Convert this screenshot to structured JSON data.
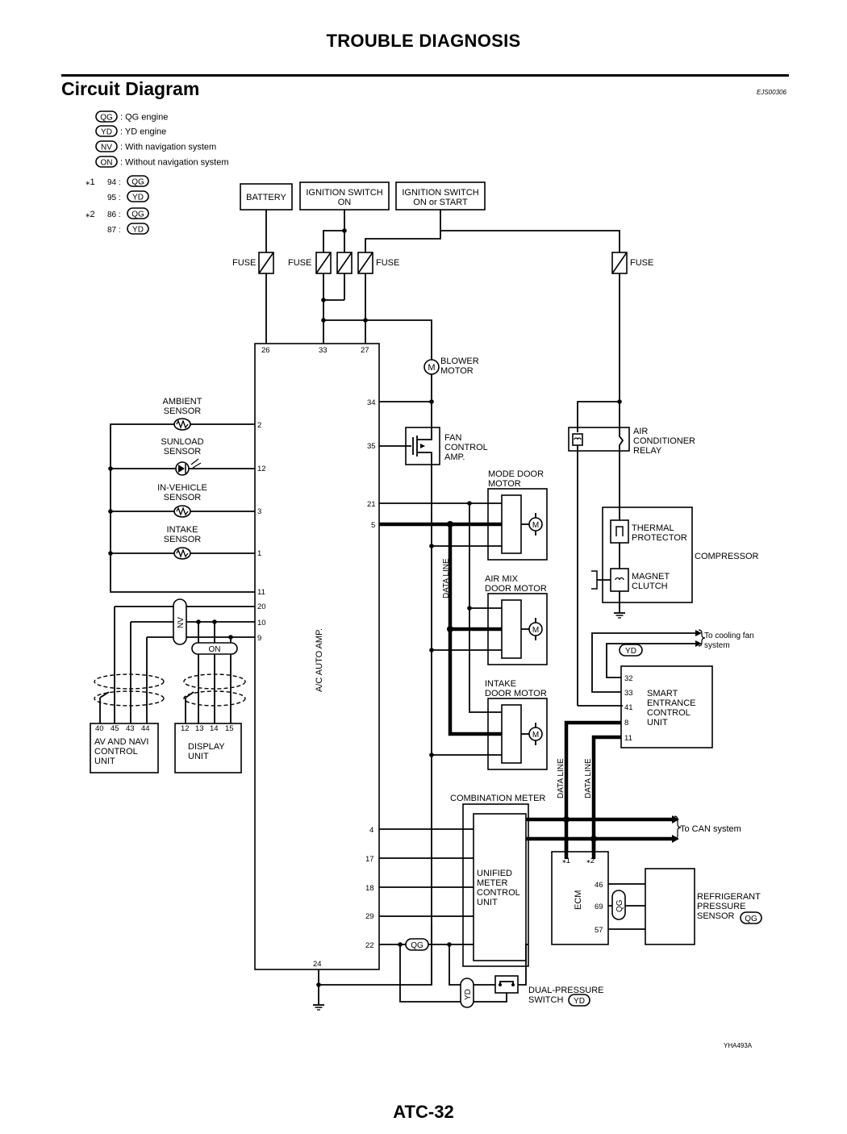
{
  "header": {
    "title": "TROUBLE DIAGNOSIS",
    "section": "Circuit Diagram",
    "ref_code": "EJS00306"
  },
  "footer": {
    "page_number": "ATC-32",
    "figure_code": "YHA493A"
  },
  "legend": [
    {
      "code": "QG",
      "text": ": QG engine"
    },
    {
      "code": "YD",
      "text": ": YD engine"
    },
    {
      "code": "NV",
      "text": ": With navigation system"
    },
    {
      "code": "ON",
      "text": ": Without navigation system"
    }
  ],
  "footnotes": [
    {
      "mark": "⁎1",
      "lines": [
        {
          "pin": "94 :",
          "code": "QG"
        },
        {
          "pin": "95 :",
          "code": "YD"
        }
      ]
    },
    {
      "mark": "⁎2",
      "lines": [
        {
          "pin": "86 :",
          "code": "QG"
        },
        {
          "pin": "87 :",
          "code": "YD"
        }
      ]
    }
  ],
  "power": {
    "battery": "BATTERY",
    "ign_on_1": "IGNITION SWITCH",
    "ign_on_2": "ON",
    "ign_start_1": "IGNITION SWITCH",
    "ign_start_2": "ON or START",
    "fuse": "FUSE"
  },
  "amp": {
    "label": "A/C AUTO AMP.",
    "pins": {
      "p26": "26",
      "p33": "33",
      "p27": "27",
      "p34": "34",
      "p35": "35",
      "p21": "21",
      "p5": "5",
      "p2": "2",
      "p12": "12",
      "p3": "3",
      "p1": "1",
      "p11": "11",
      "p20": "20",
      "p10": "10",
      "p9": "9",
      "p4": "4",
      "p17": "17",
      "p18": "18",
      "p29": "29",
      "p22": "22",
      "p24": "24"
    }
  },
  "sensors": {
    "ambient": [
      "AMBIENT",
      "SENSOR"
    ],
    "sunload": [
      "SUNLOAD",
      "SENSOR"
    ],
    "invehicle": [
      "IN-VEHICLE",
      "SENSOR"
    ],
    "intake": [
      "INTAKE",
      "SENSOR"
    ]
  },
  "blower": [
    "BLOWER",
    "MOTOR"
  ],
  "fan_amp": [
    "FAN",
    "CONTROL",
    "AMP."
  ],
  "motors": {
    "mode": [
      "MODE DOOR",
      "MOTOR"
    ],
    "airmix": [
      "AIR MIX",
      "DOOR MOTOR"
    ],
    "intake": [
      "INTAKE",
      "DOOR MOTOR"
    ],
    "m": "M"
  },
  "data_line": "DATA LINE",
  "relay": [
    "AIR",
    "CONDITIONER",
    "RELAY"
  ],
  "compressor": {
    "label": "COMPRESSOR",
    "thermal": [
      "THERMAL",
      "PROTECTOR"
    ],
    "clutch": [
      "MAGNET",
      "CLUTCH"
    ]
  },
  "smart_unit": {
    "lines": [
      "SMART",
      "ENTRANCE",
      "CONTROL",
      "UNIT"
    ],
    "pins": [
      "32",
      "33",
      "41",
      "8",
      "11"
    ],
    "cooling_fan": [
      "To cooling fan",
      "system"
    ]
  },
  "av_unit": {
    "pins": [
      "40",
      "45",
      "43",
      "44"
    ],
    "lines": [
      "AV AND NAVI",
      "CONTROL",
      "UNIT"
    ]
  },
  "display_unit": {
    "pins": [
      "12",
      "13",
      "14",
      "15"
    ],
    "lines": [
      "DISPLAY",
      "UNIT"
    ]
  },
  "badges": {
    "nv": "NV",
    "on": "ON",
    "yd": "YD",
    "qg": "QG"
  },
  "combination_meter": {
    "label": "COMBINATION METER",
    "lines": [
      "UNIFIED",
      "METER",
      "CONTROL",
      "UNIT"
    ]
  },
  "can": "To CAN system",
  "ecm": {
    "label": "ECM",
    "marks": [
      "⁎1",
      "⁎2"
    ],
    "pins": [
      "46",
      "69",
      "57"
    ]
  },
  "refrigerant": [
    "REFRIGERANT",
    "PRESSURE",
    "SENSOR"
  ],
  "dual_switch": [
    "DUAL-PRESSURE",
    "SWITCH"
  ]
}
